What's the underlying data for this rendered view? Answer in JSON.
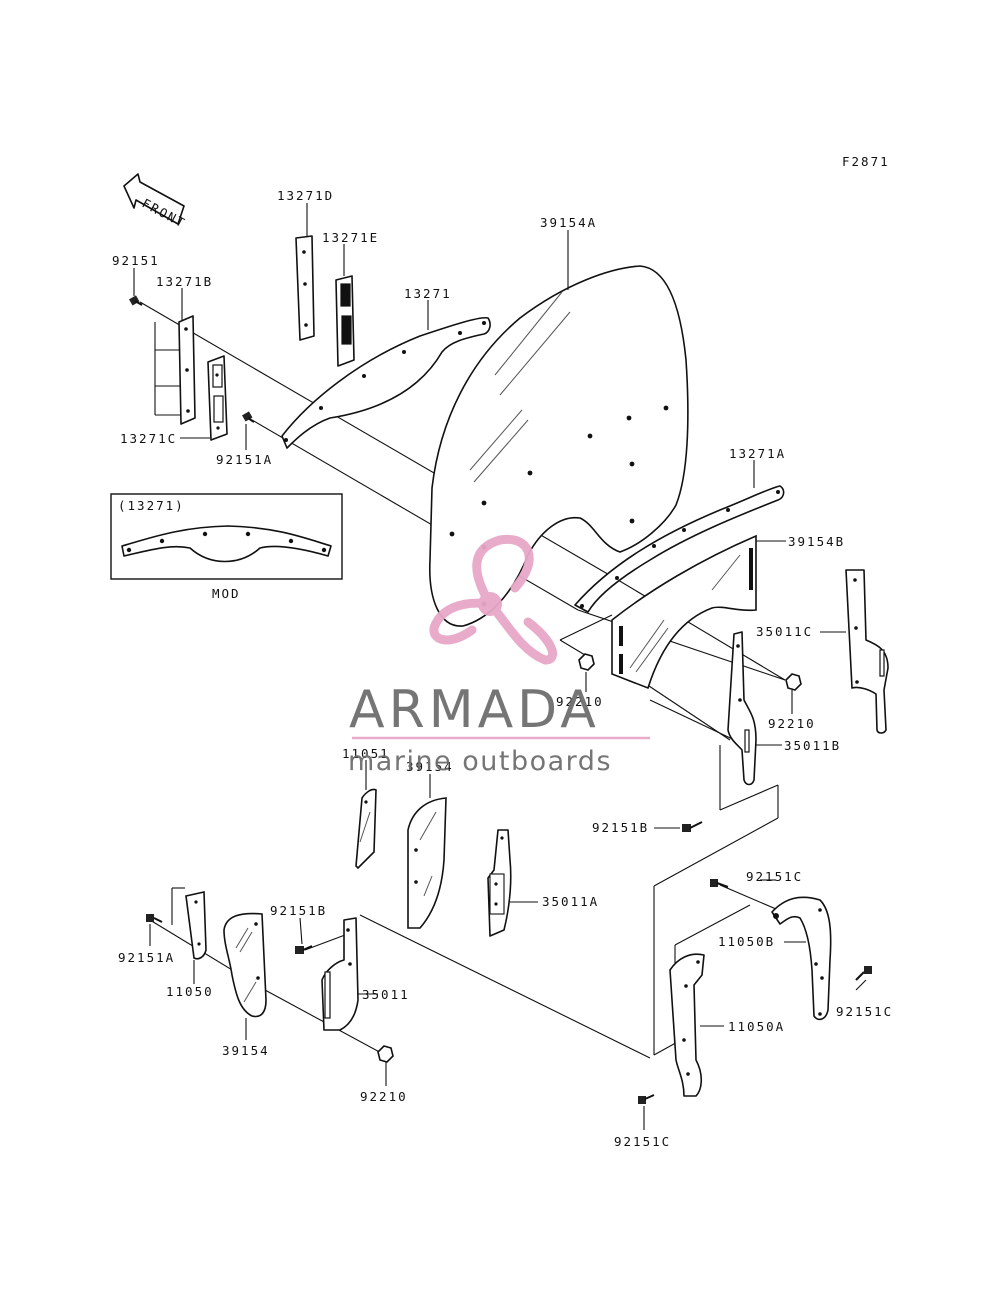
{
  "figure_code": "F2871",
  "front_label": "FRONT",
  "inset": {
    "title": "(13271)",
    "caption": "MOD"
  },
  "watermark": {
    "brand": "ARMADA",
    "tagline": "marine outboards",
    "brand_color": "#6e6e6e",
    "logo_color": "#e7a8c8"
  },
  "labels": {
    "p13271D": "13271D",
    "p13271E": "13271E",
    "p13271": "13271",
    "p39154A": "39154A",
    "p92151_top": "92151",
    "p13271B": "13271B",
    "p13271C": "13271C",
    "p92151A_top": "92151A",
    "p13271A": "13271A",
    "p39154B": "39154B",
    "p35011C": "35011C",
    "p92210_mid": "92210",
    "p92210_right": "92210",
    "p35011B": "35011B",
    "p92151B_mid": "92151B",
    "p11051": "11051",
    "p39154_mid": "39154",
    "p35011A": "35011A",
    "p92151C_top": "92151C",
    "p11050B": "11050B",
    "p92151C_right": "92151C",
    "p92151B_low": "92151B",
    "p92151A_low": "92151A",
    "p11050": "11050",
    "p35011": "35011",
    "p39154_low": "39154",
    "p92210_low": "92210",
    "p11050A": "11050A",
    "p92151C_bottom": "92151C"
  }
}
